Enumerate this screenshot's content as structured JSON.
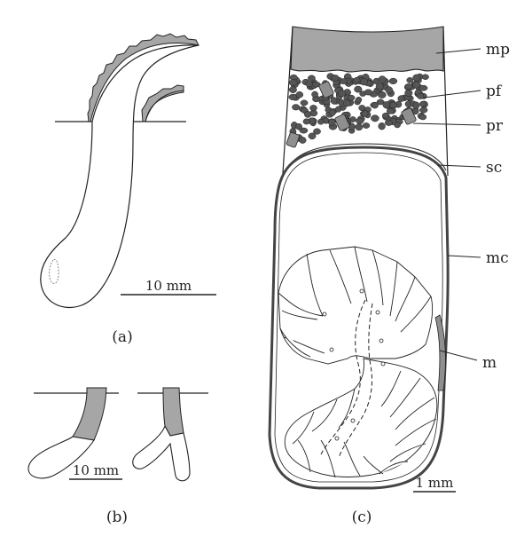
{
  "panels": {
    "a": "(a)",
    "b": "(b)",
    "c": "(c)"
  },
  "scale_bars": {
    "a": "10 mm",
    "b": "10 mm",
    "c": "1 mm"
  },
  "labels": {
    "mp": "mp",
    "pf": "pf",
    "pr": "pr",
    "sc": "sc",
    "mc": "mc",
    "m": "m"
  },
  "colors": {
    "shade": "#a6a6a6",
    "pellet": "#555555",
    "outline": "#222222",
    "thick_wall": "#444444"
  }
}
